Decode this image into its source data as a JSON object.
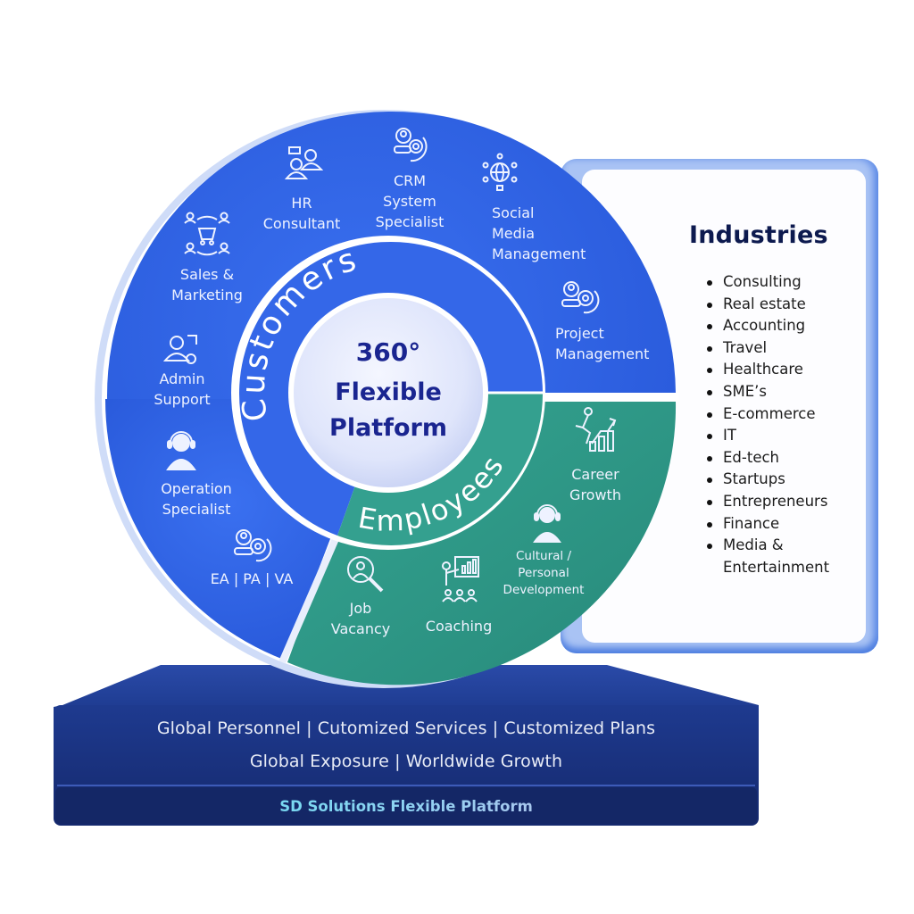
{
  "center": {
    "line1": "360°",
    "line2": "Flexible",
    "line3": "Platform"
  },
  "rings": {
    "customers": "Customers",
    "employees": "Employees"
  },
  "customer_services": [
    {
      "label_lines": [
        "HR",
        "Consultant"
      ],
      "icon": "hr-consultant-icon"
    },
    {
      "label_lines": [
        "CRM",
        "System",
        "Specialist"
      ],
      "icon": "crm-gear-icon"
    },
    {
      "label_lines": [
        "Social",
        "Media",
        "Management"
      ],
      "icon": "globe-network-icon"
    },
    {
      "label_lines": [
        "Project",
        "Management"
      ],
      "icon": "project-gear-icon"
    },
    {
      "label_lines": [
        "Sales &",
        "Marketing"
      ],
      "icon": "shopping-cart-cycle-icon"
    },
    {
      "label_lines": [
        "Admin",
        "Support"
      ],
      "icon": "admin-user-gear-icon"
    },
    {
      "label_lines": [
        "Operation",
        "Specialist"
      ],
      "icon": "headset-operator-icon"
    },
    {
      "label_lines": [
        "EA | PA | VA"
      ],
      "icon": "assistant-gear-icon"
    }
  ],
  "employee_services": [
    {
      "label_lines": [
        "Career",
        "Growth"
      ],
      "icon": "career-growth-icon"
    },
    {
      "label_lines": [
        "Cultural /",
        "Personal",
        "Development"
      ],
      "icon": "headset-person-icon"
    },
    {
      "label_lines": [
        "Coaching"
      ],
      "icon": "coaching-presentation-icon"
    },
    {
      "label_lines": [
        "Job",
        "Vacancy"
      ],
      "icon": "job-search-icon"
    }
  ],
  "industries": {
    "title": "Industries",
    "items": [
      "Consulting",
      "Real estate",
      "Accounting",
      "Travel",
      "Healthcare",
      "SME’s",
      "E-commerce",
      "IT",
      "Ed-tech",
      "Startups",
      "Entrepreneurs",
      "Finance",
      "Media  &",
      "Entertainment"
    ]
  },
  "base": {
    "line1": "Global Personnel | Cutomized Services | Customized Plans",
    "line2": "Global Exposure | Worldwide Growth",
    "brand": "SD Solutions Flexible Platform"
  },
  "colors": {
    "customer_blue": "#2e63e6",
    "employee_teal": "#2b9a86",
    "center_text": "#1a2590",
    "base_navy": "#1c3585",
    "industries_title": "#0d1a4f"
  }
}
